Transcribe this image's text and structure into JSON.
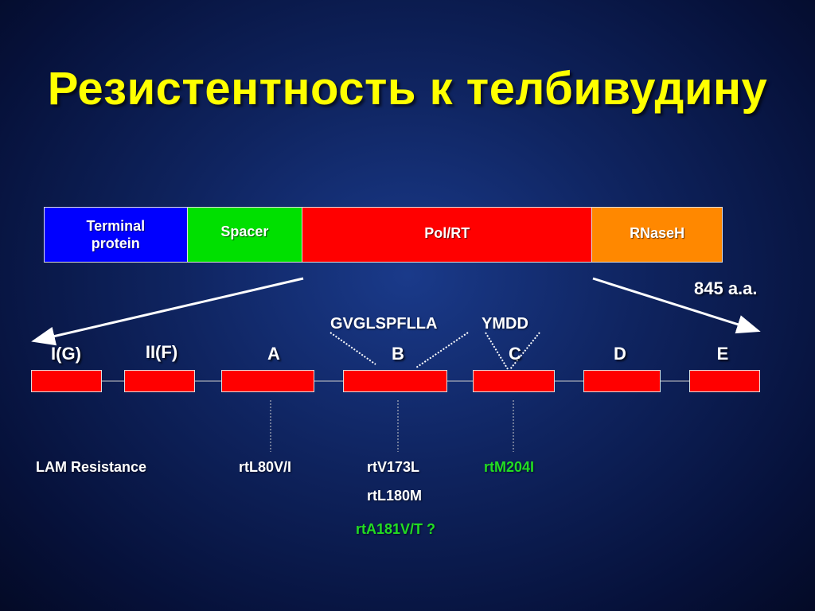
{
  "title": "Резистентность к телбивудину",
  "domains": [
    {
      "line1": "Terminal",
      "line2": "protein",
      "color": "#0000ff"
    },
    {
      "line1": "Spacer",
      "line2": "",
      "color": "#00e000"
    },
    {
      "line1": "Pol/RT",
      "line2": "",
      "color": "#ff0000"
    },
    {
      "line1": "RNaseH",
      "line2": "",
      "color": "#ff8800"
    }
  ],
  "length_label": "845 a.a.",
  "motifs": [
    "I(G)",
    "II(F)",
    "A",
    "B",
    "C",
    "D",
    "E"
  ],
  "sequences": {
    "b_motif": "GVGLSPFLLA",
    "c_motif": "YMDD"
  },
  "mutations": {
    "lam": "LAM Resistance",
    "a": "rtL80V/I",
    "b1": "rtV173L",
    "b2": "rtL180M",
    "b3": "rtA181V/T ?",
    "c": "rtM204I"
  },
  "colors": {
    "title": "#ffff00",
    "motif_box": "#ff0000",
    "highlight": "#22dd22"
  }
}
